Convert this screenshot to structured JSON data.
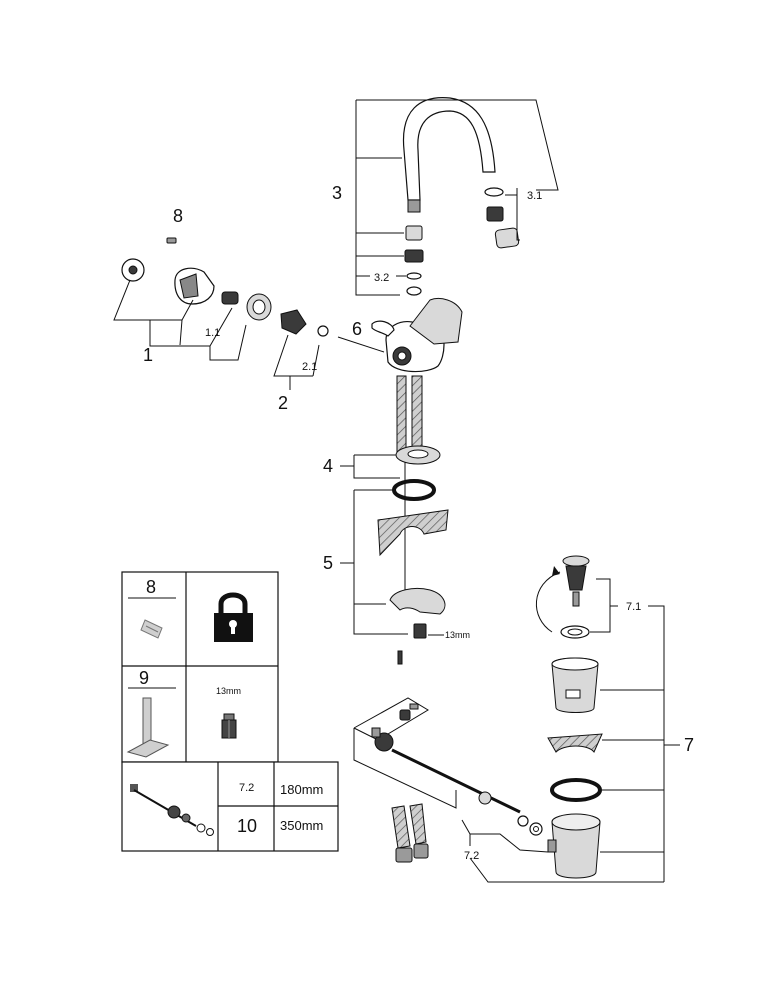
{
  "callouts": {
    "c1": "1",
    "c1_1": "1.1",
    "c2": "2",
    "c2_1": "2.1",
    "c3": "3",
    "c3_1": "3.1",
    "c3_2": "3.2",
    "c4": "4",
    "c5": "5",
    "c6": "6",
    "c7": "7",
    "c7_1": "7.1",
    "c7_2": "7.2",
    "c8": "8",
    "wrench_size": "13mm"
  },
  "legend": {
    "row1_number": "8",
    "row2_number": "9",
    "row2_size": "13mm",
    "table": [
      {
        "item": "7.2",
        "length": "180mm"
      },
      {
        "item": "10",
        "length": "350mm"
      }
    ]
  },
  "icons": {
    "lock": "padlock-icon",
    "grub_screw": "grub-screw-icon",
    "allen_key": "allen-key-icon",
    "nut": "hex-nut-icon",
    "linkage": "pop-up-linkage-icon"
  }
}
